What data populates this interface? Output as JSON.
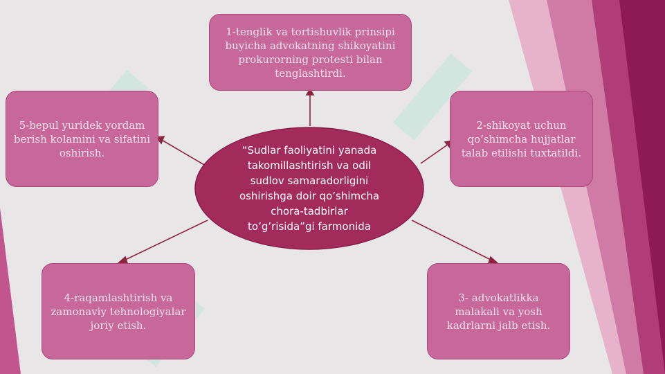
{
  "center_text": "“Sudlar faoliyatini yanada takomillashtirish va odil sudlov samaradorligini oshirishga doir qo’shimcha chora-tadbirlar to’g’risida”gi farmonida",
  "nodes": [
    {
      "id": "n1",
      "text": "1-tenglik va tortishuvlik prinsipi buyicha advokatning shikoyatini prokurorning protesti bilan tenglashtirdi."
    },
    {
      "id": "n2",
      "text": "2-shikoyat uchun qo’shimcha hujjatlar talab etilishi tuxtatildi."
    },
    {
      "id": "n3",
      "text": "3- advokatlikka malakali va yosh kadrlarni jalb etish."
    },
    {
      "id": "n4",
      "text": "4-raqamlashtirish va zamonaviy tehnologiyalar joriy etish."
    },
    {
      "id": "n5",
      "text": "5-bepul yuridek yordam berish kolamini va sifatini oshirish."
    }
  ],
  "colors": {
    "box_fill": "#c8679a",
    "center_fill": "#a32b5c",
    "arrow": "#8e2440",
    "bg": "#e9e6e8"
  }
}
